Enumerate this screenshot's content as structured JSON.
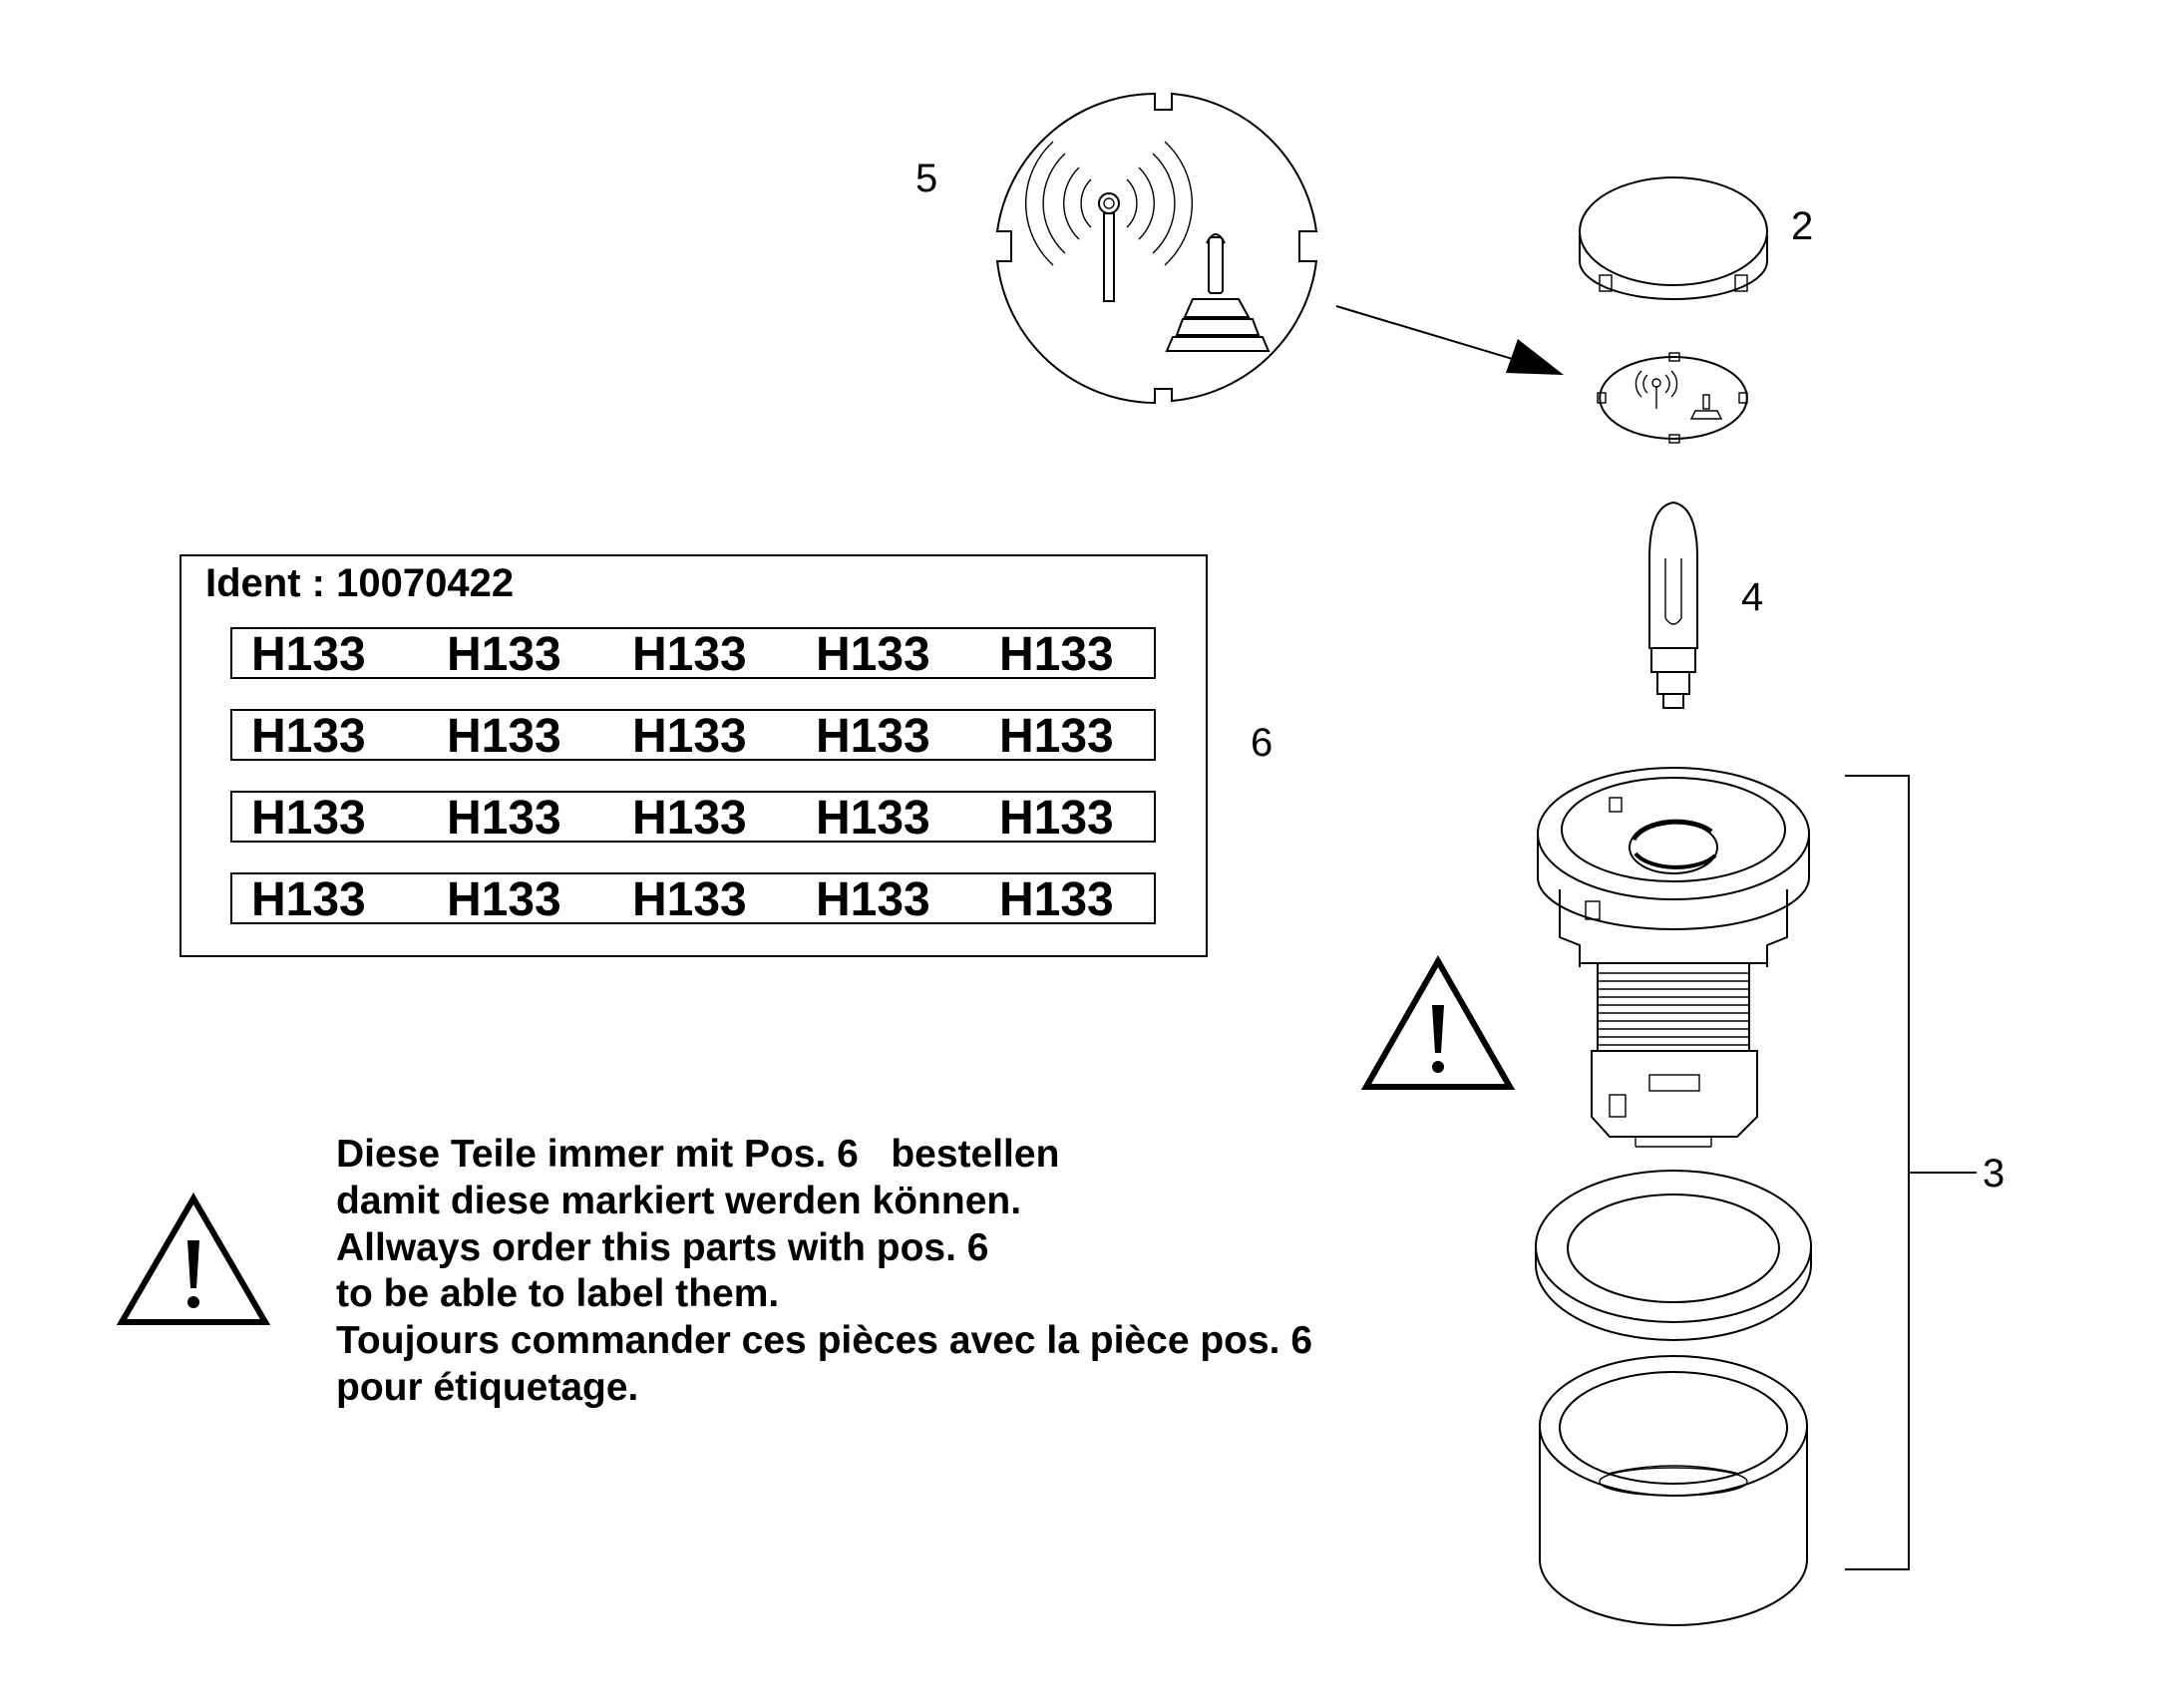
{
  "callouts": {
    "pos2": "2",
    "pos3": "3",
    "pos4": "4",
    "pos5": "5",
    "pos6": "6"
  },
  "label_sheet": {
    "ident": "Ident : 10070422",
    "rows": [
      [
        "H133",
        "H133",
        "H133",
        "H133",
        "H133"
      ],
      [
        "H133",
        "H133",
        "H133",
        "H133",
        "H133"
      ],
      [
        "H133",
        "H133",
        "H133",
        "H133",
        "H133"
      ],
      [
        "H133",
        "H133",
        "H133",
        "H133",
        "H133"
      ]
    ]
  },
  "note": {
    "lines": [
      "Diese Teile immer mit Pos. 6   bestellen",
      "damit diese markiert werden können.",
      "Allways order this parts with pos. 6",
      "to be able to label them.",
      "Toujours commander ces pièces avec la pièce pos. 6",
      "pour étiquetage."
    ]
  },
  "icons": {
    "warning": "warning-triangle-icon",
    "remote_symbol": "radio-remote-joystick-icon"
  }
}
